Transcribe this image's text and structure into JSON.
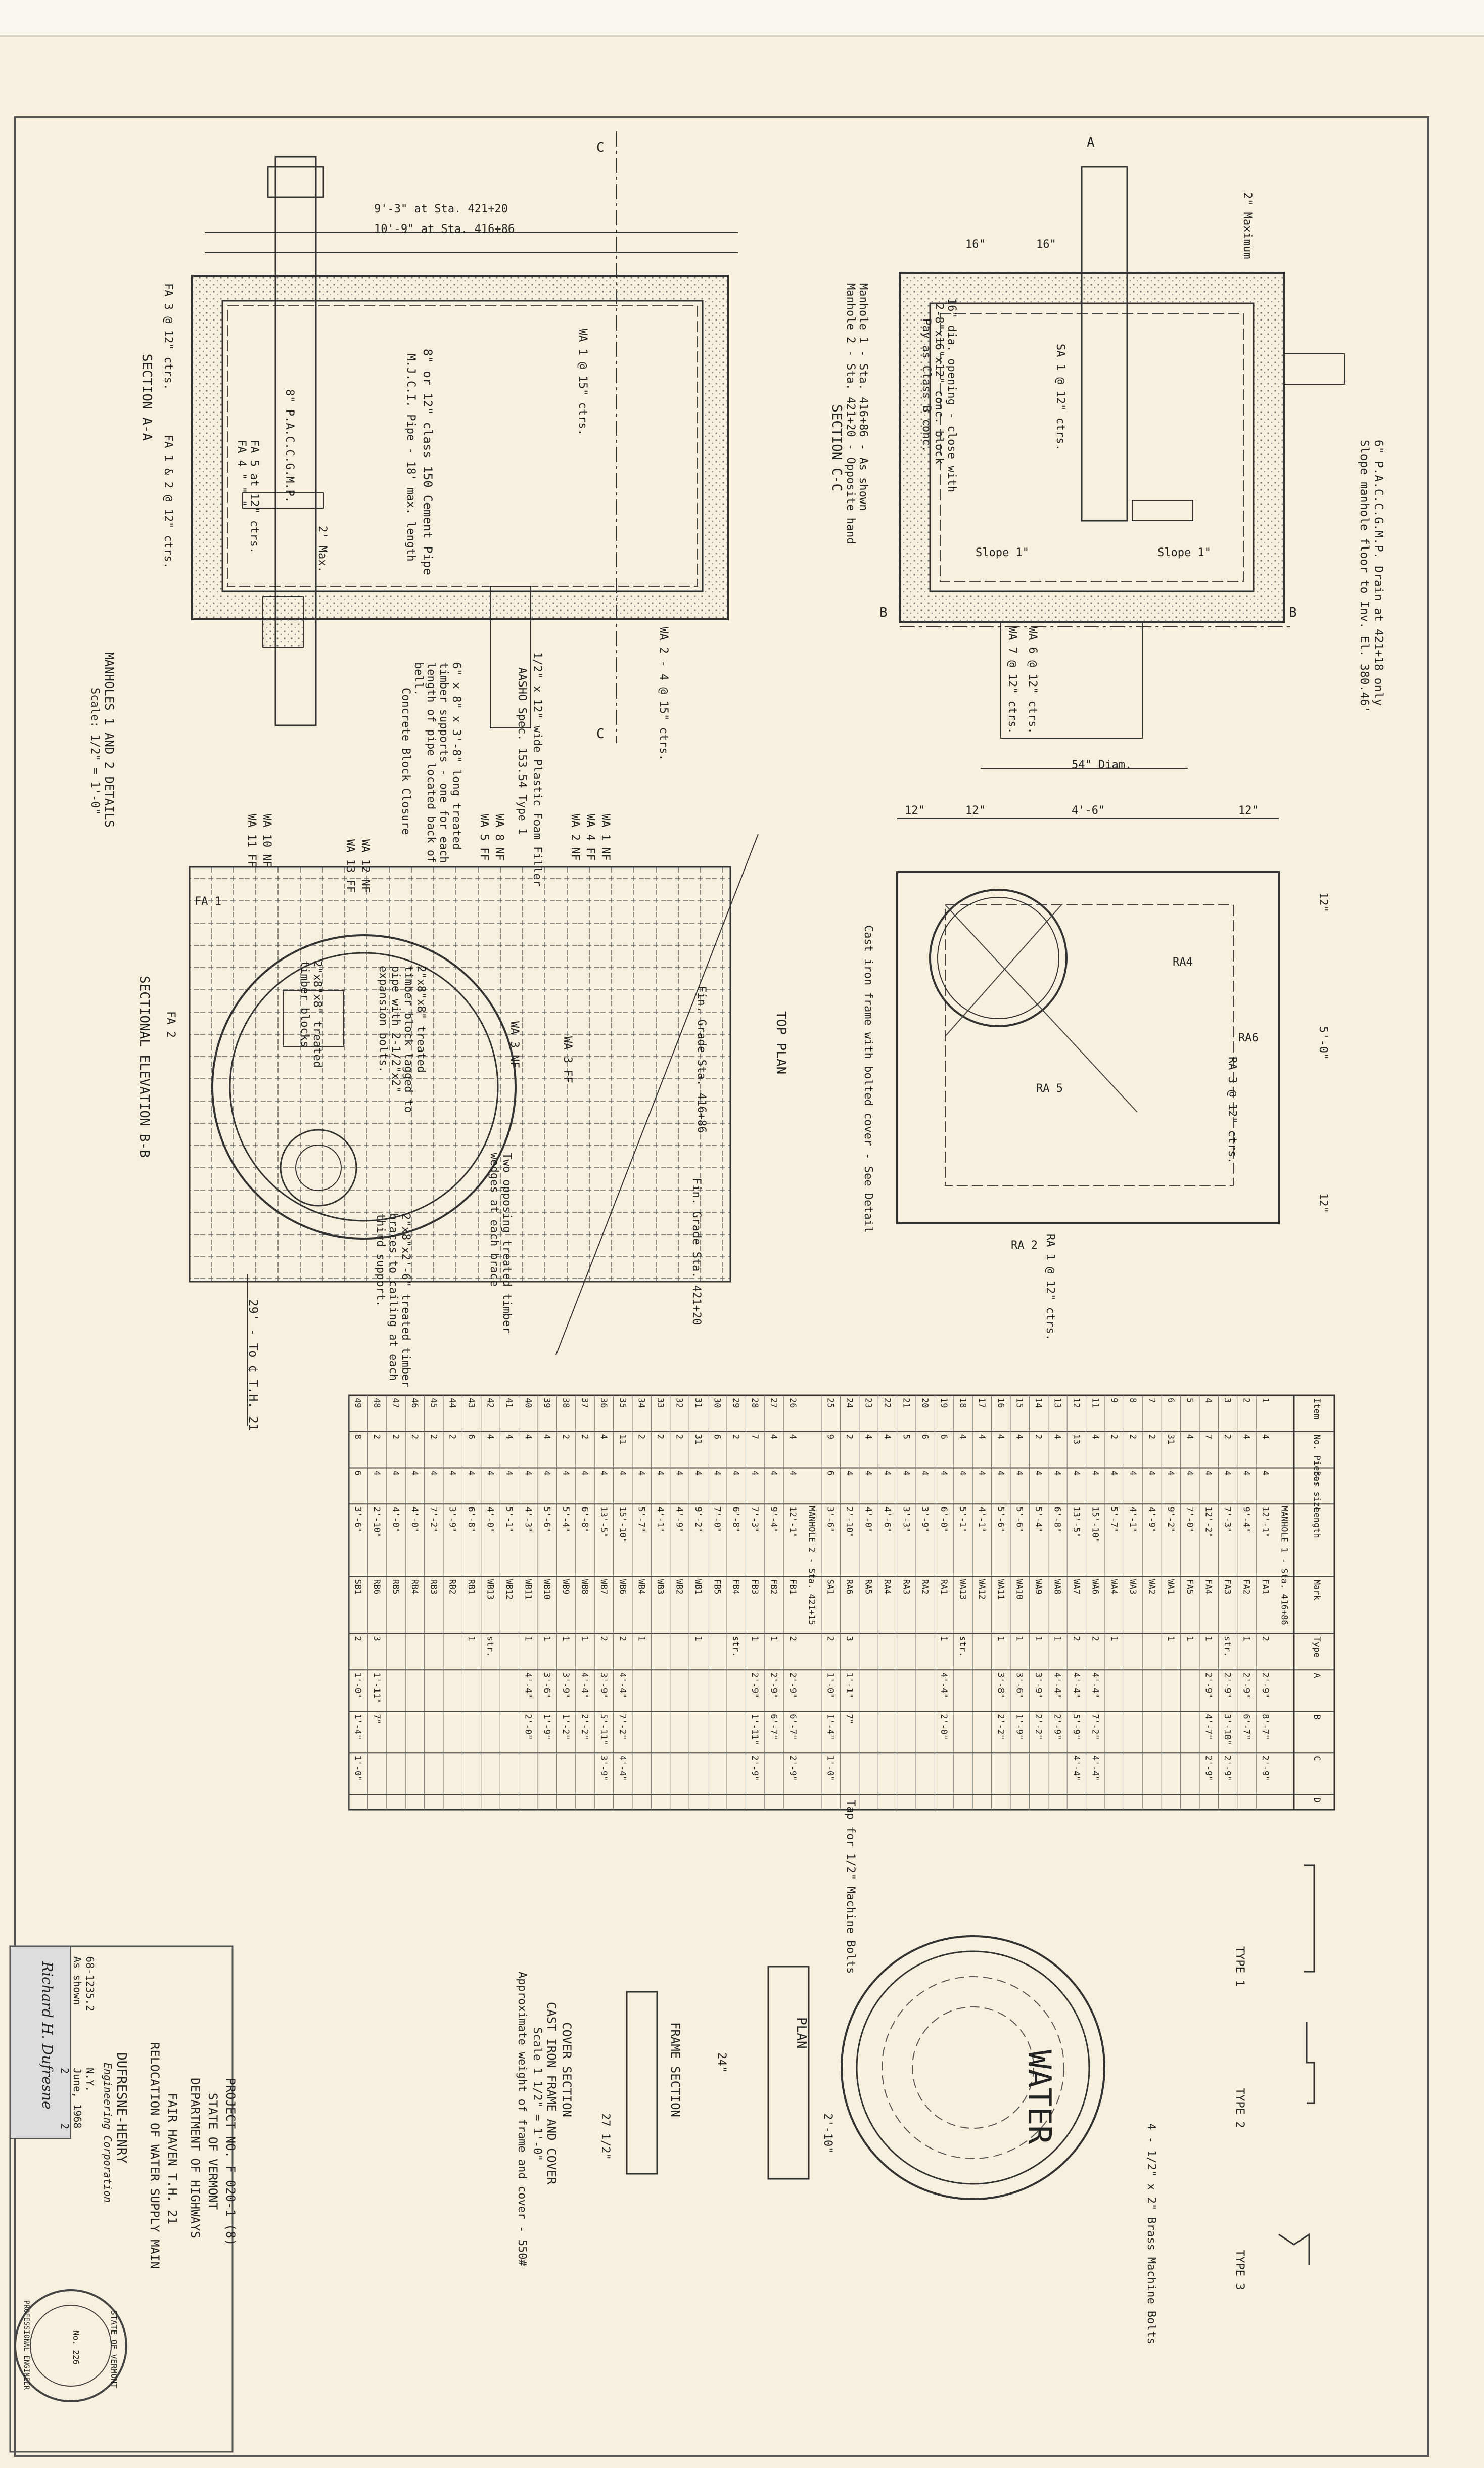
{
  "section_aa": {
    "dim_top_1": "9'-3\" at Sta. 421+20",
    "dim_top_2": "10'-9\" at Sta. 416+86",
    "label_fa3": "FA 3 @ 12\" ctrs.",
    "label_section": "SECTION A-A",
    "label_fa12": "FA 1 & 2 @ 12\" ctrs.",
    "label_pipe": "8\" or 12\" class 150 Cement Pipe",
    "label_pipe2": "M.J.C.I. Pipe - 18' max. length",
    "label_wa1": "WA 1 @ 15\" ctrs.",
    "label_pacc": "8\" P.A.C.C.G.M.P.",
    "label_fa5": "FA 5 at 12\" ctrs.",
    "label_fa4": "FA 4 \" \" \"",
    "label_max": "2' Max.",
    "label_wa2": "WA 2 - 4 @ 15\" ctrs.",
    "label_foam": "1/2\" x 12\" wide Plastic Foam Filler",
    "label_aashto": "AASHO Spec. 153.54 Type 1",
    "label_timber": "6\" x 8\" x 3'-8\" long treated",
    "label_timber2": "timber supports - one for each",
    "label_timber3": "length of pipe located back of",
    "label_timber4": "bell.",
    "label_block": "Concrete Block Closure",
    "caption_1": "MANHOLES 1 AND 2 DETAILS",
    "caption_2": "Scale: 1/2\" = 1'-0\""
  },
  "section_cc": {
    "label_manhole1": "Manhole 1 - Sta. 416+86 - As shown",
    "label_manhole2": "Manhole 2 - Sta. 421+20 - Opposite hand",
    "label_section": "SECTION C-C",
    "label_sa1": "SA 1 @ 12\" ctrs.",
    "label_opening": "16\" dia. opening - close with",
    "label_opening2": "2-8\"x16\"x12\" conc. block",
    "label_opening3": "Pay as Class B conc.",
    "label_slope1": "Slope 1\"",
    "label_slope2": "Slope 1\"",
    "label_wa7": "WA 7 @ 12\" ctrs.",
    "label_wa6": "WA 6 @ 12\" ctrs.",
    "label_diam": "54\" Diam.",
    "label_drain": "6\" P.A.C.C.G.M.P. Drain at 421+18 only",
    "label_drain2": "Slope manhole floor to Inv. El. 380.46'",
    "label_max": "2\" Maximum",
    "dim_16a": "16\"",
    "dim_16b": "16\""
  },
  "top_plan": {
    "label_title": "TOP PLAN",
    "label_frame": "Cast iron frame with bolted cover - See Detail",
    "label_ra4": "RA4",
    "label_ra5": "RA 5",
    "label_ra6": "RA6",
    "label_ra3": "RA 3 @ 12\" ctrs.",
    "label_ra2": "RA 2",
    "label_ra1": "RA 1 @ 12\" ctrs.",
    "dim_12a": "12\"",
    "dim_12b": "12\"",
    "dim_46": "4'-6\"",
    "dim_12c": "12\"",
    "dim_50": "5'-0\"",
    "dim_12d": "12\"",
    "dim_12e": "12\""
  },
  "section_bb": {
    "label_title": "SECTIONAL ELEVATION B-B",
    "label_fa1": "FA 1",
    "label_fa2": "FA 2",
    "label_fin1": "Fin. Grade Sta. 416+86",
    "label_fin2": "Fin. Grade Sta. 421+20",
    "label_timber_tb": "2\"x8\"x8\" treated",
    "label_timber_tb2": "timber blocks",
    "label_braces": "Two opposing treated timber",
    "label_braces2": "wedges at each brace",
    "label_wedges": "2\"x8\"x2'-6\" treated timber",
    "label_wedges2": "braces to cailing at each",
    "label_wedges3": "third support.",
    "label_lagged": "2\"x8\"x8\" treated",
    "label_lagged2": "timber block lagged to",
    "label_lagged3": "pipe with 2-1/2\"x2\"",
    "label_lagged4": "expansion bolts.",
    "label_cl": "29' - To ¢ T.H. 21",
    "wa_labels": [
      "WA 1 NF",
      "WA 4 FF",
      "WA 2 NF",
      "WA 8 NF",
      "WA 5 FF",
      "WA 12 NF",
      "WA 13 FF",
      "WA 10 NF",
      "WA 11 FF",
      "WA 3 FF",
      "WA 3 NF"
    ]
  },
  "bar_table": {
    "headers": [
      "Item",
      "No. Pieces",
      "Bar size",
      "Length",
      "Mark",
      "Type",
      "A",
      "B",
      "C",
      "D"
    ],
    "group1": "MANHOLE 1 - Sta. 416+86",
    "group2": "MANHOLE 2 - Sta. 421+15",
    "rows": [
      [
        "1",
        "4",
        "4",
        "12'-1\"",
        "FA1",
        "2",
        "2'-9\"",
        "8'-7\"",
        "2'-9\"",
        ""
      ],
      [
        "2",
        "4",
        "4",
        "9'-4\"",
        "FA2",
        "1",
        "2'-9\"",
        "6'-7\"",
        "",
        ""
      ],
      [
        "3",
        "2",
        "4",
        "7'-3\"",
        "FA3",
        "str.",
        "2'-9\"",
        "3'-10\"",
        "2'-9\"",
        ""
      ],
      [
        "4",
        "7",
        "4",
        "12'-2\"",
        "FA4",
        "1",
        "2'-9\"",
        "4'-7\"",
        "2'-9\"",
        ""
      ],
      [
        "5",
        "4",
        "4",
        "7'-0\"",
        "FA5",
        "1",
        "",
        "",
        "",
        ""
      ],
      [
        "6",
        "31",
        "4",
        "9'-2\"",
        "WA1",
        "1",
        "",
        "",
        "",
        ""
      ],
      [
        "7",
        "2",
        "4",
        "4'-9\"",
        "WA2",
        "",
        "",
        "",
        "",
        ""
      ],
      [
        "8",
        "2",
        "4",
        "4'-1\"",
        "WA3",
        "",
        "",
        "",
        "",
        ""
      ],
      [
        "9",
        "2",
        "4",
        "5'-7\"",
        "WA4",
        "1",
        "",
        "",
        "",
        ""
      ],
      [
        "11",
        "4",
        "4",
        "15'-10\"",
        "WA6",
        "2",
        "4'-4\"",
        "7'-2\"",
        "4'-4\"",
        ""
      ],
      [
        "12",
        "13",
        "4",
        "13'-5\"",
        "WA7",
        "2",
        "4'-4\"",
        "5'-9\"",
        "4'-4\"",
        ""
      ],
      [
        "13",
        "4",
        "4",
        "6'-8\"",
        "WA8",
        "1",
        "4'-4\"",
        "2'-9\"",
        "",
        ""
      ],
      [
        "14",
        "2",
        "4",
        "5'-4\"",
        "WA9",
        "1",
        "3'-9\"",
        "2'-2\"",
        "",
        ""
      ],
      [
        "15",
        "4",
        "4",
        "5'-6\"",
        "WA10",
        "1",
        "3'-6\"",
        "1'-9\"",
        "",
        ""
      ],
      [
        "16",
        "4",
        "4",
        "5'-6\"",
        "WA11",
        "1",
        "3'-8\"",
        "2'-2\"",
        "",
        ""
      ],
      [
        "17",
        "4",
        "4",
        "4'-1\"",
        "WA12",
        "",
        "",
        "",
        "",
        ""
      ],
      [
        "18",
        "4",
        "4",
        "5'-1\"",
        "WA13",
        "str.",
        "",
        "",
        "",
        ""
      ],
      [
        "19",
        "6",
        "4",
        "6'-0\"",
        "RA1",
        "1",
        "4'-4\"",
        "2'-0\"",
        "",
        ""
      ],
      [
        "20",
        "6",
        "4",
        "3'-9\"",
        "RA2",
        "",
        "",
        "",
        "",
        ""
      ],
      [
        "21",
        "5",
        "4",
        "3'-3\"",
        "RA3",
        "",
        "",
        "",
        "",
        ""
      ],
      [
        "22",
        "4",
        "4",
        "4'-6\"",
        "RA4",
        "",
        "",
        "",
        "",
        ""
      ],
      [
        "23",
        "4",
        "4",
        "4'-0\"",
        "RA5",
        "",
        "",
        "",
        "",
        ""
      ],
      [
        "24",
        "2",
        "4",
        "2'-10\"",
        "RA6",
        "3",
        "1'-1\"",
        "7\"",
        "",
        ""
      ],
      [
        "25",
        "9",
        "6",
        "3'-6\"",
        "SA1",
        "2",
        "1'-0\"",
        "1'-4\"",
        "1'-0\"",
        ""
      ],
      [
        "26",
        "4",
        "4",
        "12'-1\"",
        "FB1",
        "2",
        "2'-9\"",
        "6'-7\"",
        "2'-9\"",
        ""
      ],
      [
        "27",
        "4",
        "4",
        "9'-4\"",
        "FB2",
        "1",
        "2'-9\"",
        "6'-7\"",
        "",
        ""
      ],
      [
        "28",
        "7",
        "4",
        "7'-3\"",
        "FB3",
        "1",
        "2'-9\"",
        "1'-11\"",
        "2'-9\"",
        ""
      ],
      [
        "29",
        "2",
        "4",
        "6'-8\"",
        "FB4",
        "str.",
        "",
        "",
        "",
        ""
      ],
      [
        "30",
        "6",
        "4",
        "7'-0\"",
        "FB5",
        "",
        "",
        "",
        "",
        ""
      ],
      [
        "31",
        "31",
        "4",
        "9'-2\"",
        "WB1",
        "1",
        "",
        "",
        "",
        ""
      ],
      [
        "32",
        "2",
        "4",
        "4'-9\"",
        "WB2",
        "",
        "",
        "",
        "",
        ""
      ],
      [
        "33",
        "2",
        "4",
        "4'-1\"",
        "WB3",
        "",
        "",
        "",
        "",
        ""
      ],
      [
        "34",
        "2",
        "4",
        "5'-7\"",
        "WB4",
        "1",
        "",
        "",
        "",
        ""
      ],
      [
        "35",
        "11",
        "4",
        "15'-10\"",
        "WB6",
        "2",
        "4'-4\"",
        "7'-2\"",
        "4'-4\"",
        ""
      ],
      [
        "36",
        "4",
        "4",
        "13'-5\"",
        "WB7",
        "2",
        "3'-9\"",
        "5'-11\"",
        "3'-9\"",
        ""
      ],
      [
        "37",
        "2",
        "4",
        "6'-8\"",
        "WB8",
        "1",
        "4'-4\"",
        "2'-2\"",
        "",
        ""
      ],
      [
        "38",
        "2",
        "4",
        "5'-4\"",
        "WB9",
        "1",
        "3'-9\"",
        "1'-2\"",
        "",
        ""
      ],
      [
        "39",
        "4",
        "4",
        "5'-6\"",
        "WB10",
        "1",
        "3'-6\"",
        "1'-9\"",
        "",
        ""
      ],
      [
        "40",
        "4",
        "4",
        "4'-3\"",
        "WB11",
        "1",
        "4'-4\"",
        "2'-0\"",
        "",
        ""
      ],
      [
        "41",
        "4",
        "4",
        "5'-1\"",
        "WB12",
        "",
        "",
        "",
        "",
        ""
      ],
      [
        "42",
        "4",
        "4",
        "4'-0\"",
        "WB13",
        "str.",
        "",
        "",
        "",
        ""
      ],
      [
        "43",
        "6",
        "4",
        "6'-8\"",
        "RB1",
        "1",
        "",
        "",
        "",
        ""
      ],
      [
        "44",
        "2",
        "4",
        "3'-9\"",
        "RB2",
        "",
        "",
        "",
        "",
        ""
      ],
      [
        "45",
        "2",
        "4",
        "7'-2\"",
        "RB3",
        "",
        "",
        "",
        "",
        ""
      ],
      [
        "46",
        "2",
        "4",
        "4'-0\"",
        "RB4",
        "",
        "",
        "",
        "",
        ""
      ],
      [
        "47",
        "2",
        "4",
        "4'-0\"",
        "RB5",
        "",
        "",
        "",
        "",
        ""
      ],
      [
        "48",
        "2",
        "4",
        "2'-10\"",
        "RB6",
        "3",
        "1'-11\"",
        "7\"",
        "",
        ""
      ],
      [
        "49",
        "8",
        "6",
        "3'-6\"",
        "SB1",
        "2",
        "1'-0\"",
        "1'-4\"",
        "1'-0\"",
        ""
      ]
    ]
  },
  "types": {
    "type1": "TYPE 1",
    "type2": "TYPE 2",
    "type3": "TYPE 3"
  },
  "cover": {
    "word": "WATER",
    "label_bolts": "4 - 1/2\" x 2\" Brass Machine Bolts",
    "label_tap": "Tap for 1/2\" Machine Bolts",
    "label_plan": "PLAN",
    "dim_210": "2'-10\"",
    "label_frame_section": "FRAME SECTION",
    "label_cover_section": "COVER SECTION",
    "caption_1": "CAST IRON FRAME AND COVER",
    "caption_2": "Scale 1 1/2\" = 1'-0\"",
    "caption_3": "Approximate weight of frame and cover - 550#",
    "dim_24": "24\"",
    "dim_27": "27 1/2\""
  },
  "title_block": {
    "project": "PROJECT NO. F 020-1 (8)",
    "state": "STATE OF VERMONT",
    "dept": "DEPARTMENT OF HIGHWAYS",
    "place": "FAIR HAVEN T.H. 21",
    "title": "RELOCATION OF WATER SUPPLY MAIN",
    "firm": "DUFRESNE-HENRY",
    "firm2": "Engineering Corporation",
    "job": "68-1235.2",
    "scale": "As shown",
    "drawn": "N.Y.",
    "date": "June, 1968",
    "sheet": "2",
    "of": "2",
    "seal_1": "STATE OF VERMONT",
    "seal_2": "No. 226",
    "seal_3": "PROFESSIONAL ENGINEER",
    "signature": "Richard H. Dufresne"
  }
}
